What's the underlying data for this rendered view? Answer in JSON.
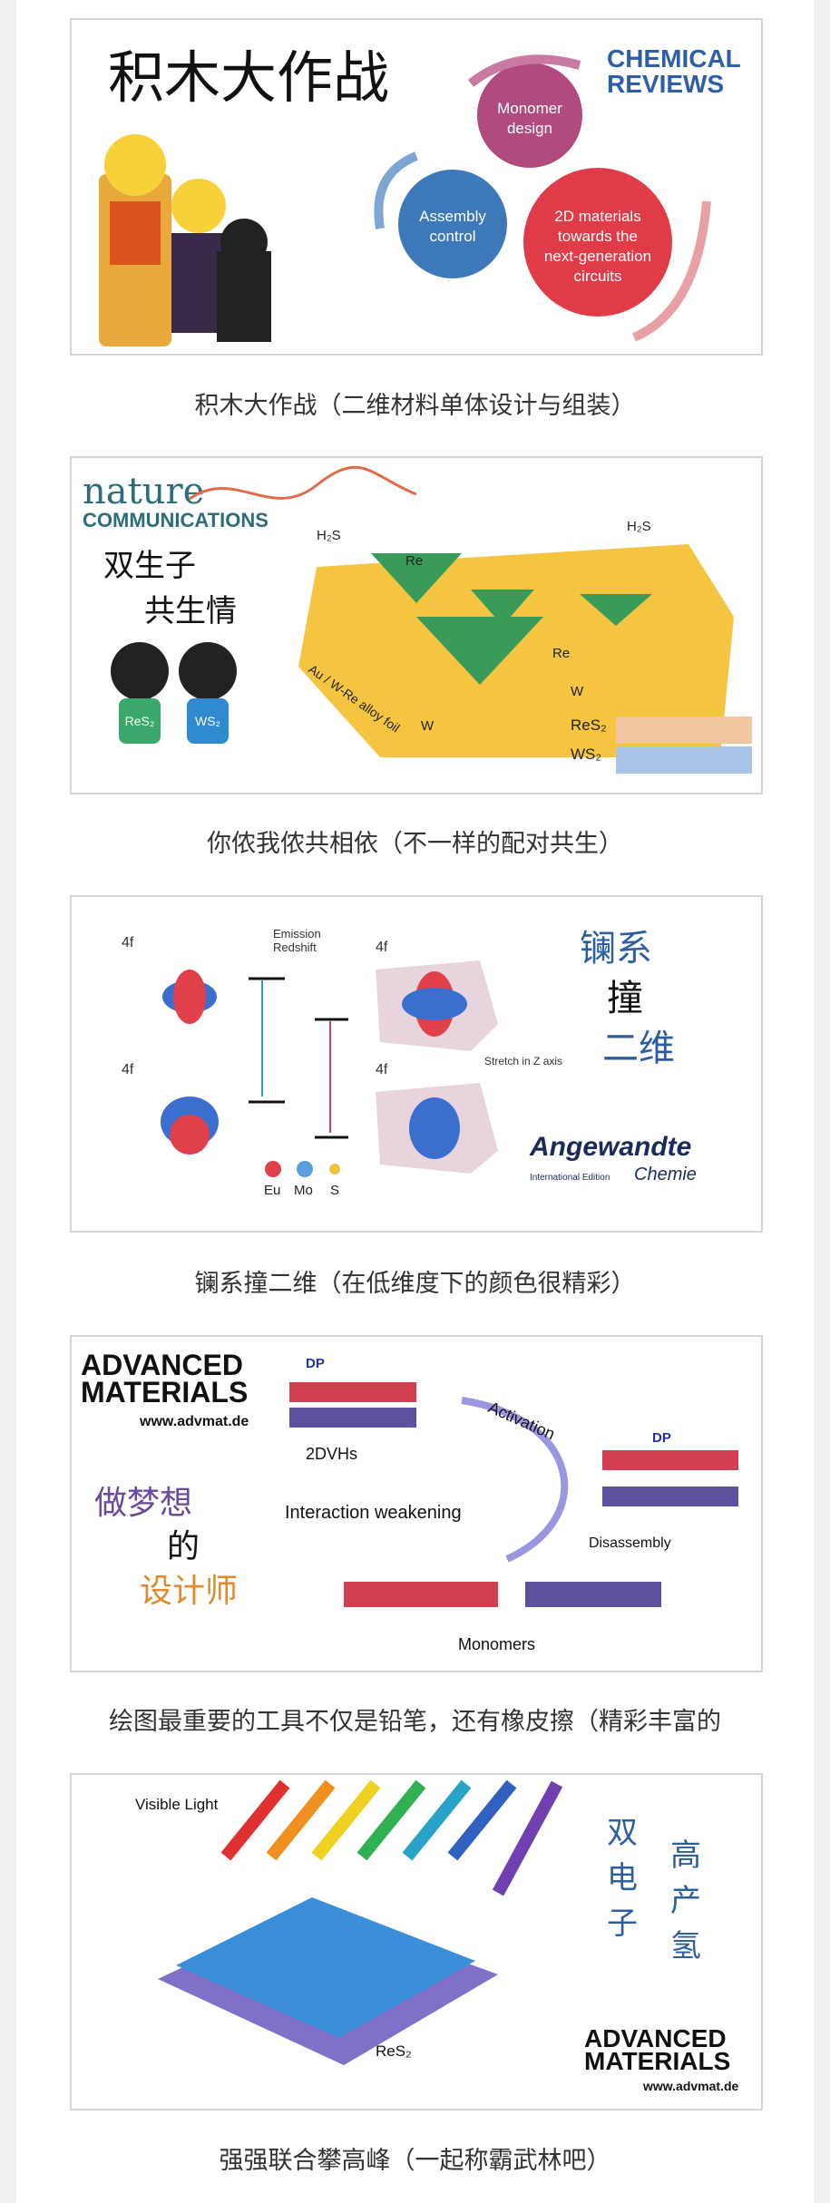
{
  "panels": [
    {
      "title": "积木大作战",
      "journal": [
        "CHEMICAL",
        "REVIEWS"
      ],
      "gears": [
        "Monomer",
        "design",
        "Assembly",
        "control",
        "2D materials",
        "towards the",
        "next-generation",
        "circuits"
      ],
      "caption": "积木大作战（二维材料单体设计与组装）"
    },
    {
      "journal": [
        "nature",
        "COMMUNICATIONS"
      ],
      "side_text": [
        "双生子",
        "共生情"
      ],
      "shirt_labels": [
        "ReS₂",
        "WS₂"
      ],
      "labels": [
        "H₂S",
        "H₂S",
        "Re",
        "Re",
        "W",
        "W",
        "Au / W-Re alloy foil",
        "ReS₂",
        "WS₂"
      ],
      "caption": "你侬我侬共相依（不一样的配对共生）"
    },
    {
      "labels": [
        "4f",
        "4f",
        "4f",
        "4f",
        "Emission",
        "Redshift",
        "Stretch in Z axis"
      ],
      "legend": [
        "Eu",
        "Mo",
        "S"
      ],
      "side_text": [
        "镧系",
        "撞",
        "二维"
      ],
      "journal": [
        "Angewandte",
        "Chemie",
        "International Edition"
      ],
      "caption": "镧系撞二维（在低维度下的颜色很精彩）"
    },
    {
      "journal": [
        "ADVANCED",
        "MATERIALS",
        "www.advmat.de"
      ],
      "labels": [
        "DP",
        "2DVHs",
        "Activation",
        "DP",
        "Disassembly",
        "Interaction weakening",
        "Monomers"
      ],
      "side_text": [
        "做梦想",
        "的",
        "设计师"
      ],
      "caption": "绘图最重要的工具不仅是铅笔，还有橡皮擦（精彩丰富的"
    },
    {
      "labels": [
        "Visible Light",
        "ReS₂"
      ],
      "side_text": [
        "双",
        "电",
        "子",
        "高",
        "产",
        "氢"
      ],
      "journal": [
        "ADVANCED",
        "MATERIALS",
        "www.advmat.de"
      ],
      "caption": "强强联合攀高峰（一起称霸武林吧）"
    }
  ],
  "colors": {
    "gear_pink": "#b14a7e",
    "gear_blue": "#3d78b8",
    "gear_red": "#e03c48",
    "chem_blue": "#2f5ea8",
    "nature_teal": "#2d6c7a",
    "foil_gold": "#f5c542",
    "hand_blue": "#2c5ea0",
    "hand_orange": "#e08a2e"
  }
}
